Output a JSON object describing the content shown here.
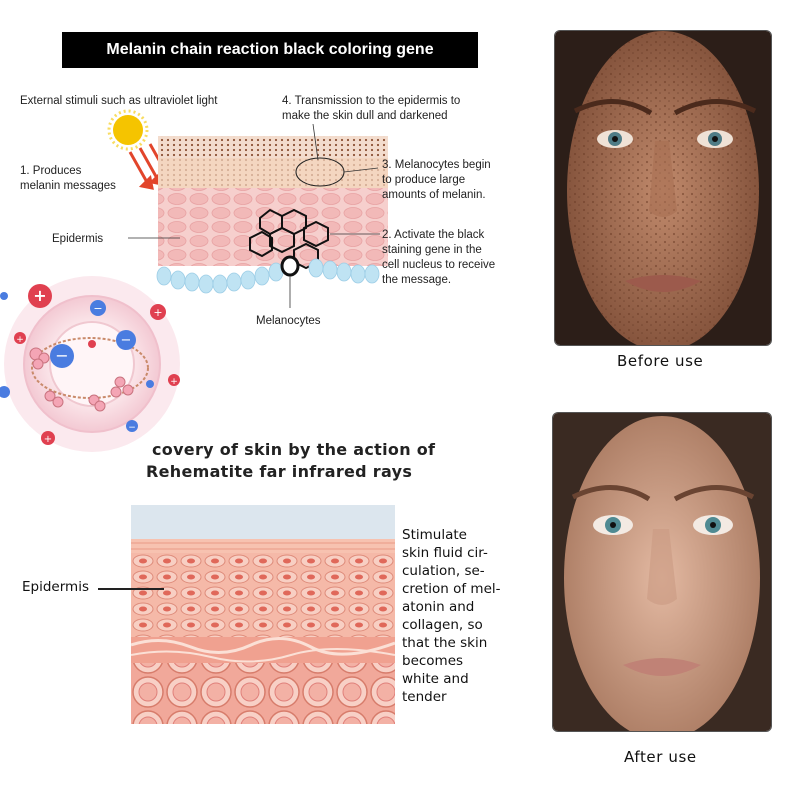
{
  "top_panel": {
    "title": "Melanin chain reaction black coloring gene",
    "labels": {
      "external_stimuli": "External stimuli such as ultraviolet light",
      "step1": [
        "1. Produces",
        "melanin messages"
      ],
      "step4": [
        "4. Transmission to the epidermis to",
        "make the skin dull and darkened"
      ],
      "step3": [
        "3. Melanocytes begin",
        "to produce large",
        "amounts of melanin."
      ],
      "step2": [
        "2. Activate the black",
        "staining gene in the",
        "cell nucleus to receive",
        "the message."
      ],
      "epidermis": "Epidermis",
      "melanocytes": "Melanocytes"
    }
  },
  "bottom_panel": {
    "heading": [
      "covery of skin by the action of",
      "Rehematite far infrared rays"
    ],
    "epidermis": "Epidermis",
    "description": [
      "Stimulate",
      "skin fluid cir-",
      "culation, se-",
      "cretion of mel-",
      "atonin and",
      "collagen, so",
      "that the skin",
      "becomes",
      "white and",
      "tender"
    ]
  },
  "comparison": {
    "before_caption": "Before use",
    "after_caption": "After use"
  },
  "colors": {
    "banner": "#000000",
    "skin_pink": "#f3c3c3",
    "melanin_brown": "#7a3a1a",
    "basal_blue": "#bfe3f3",
    "sun_yellow": "#f5c400",
    "arrow_red": "#e2452b",
    "ion_red": "#e04050",
    "ion_blue": "#4a7ce0"
  }
}
